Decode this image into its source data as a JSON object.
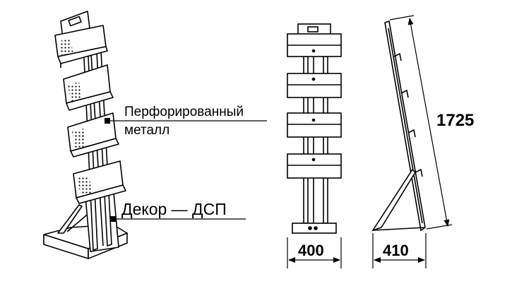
{
  "callouts": {
    "perforated_line1": "Перфорированный",
    "perforated_line2": "металл",
    "decor": "Декор — ДСП"
  },
  "dimensions": {
    "front_width": "400",
    "side_depth": "410",
    "height": "1725"
  },
  "colors": {
    "stroke": "#000000",
    "background": "#ffffff"
  }
}
